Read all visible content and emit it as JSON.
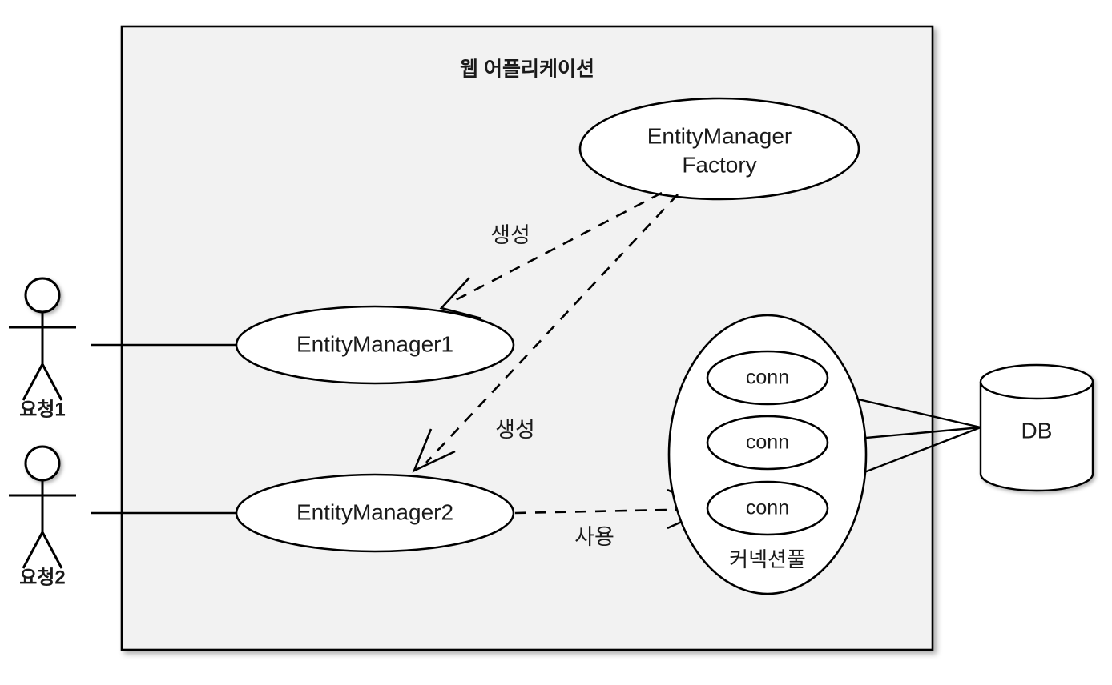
{
  "diagram": {
    "title": "웹 어플리케이션",
    "background_color": "#ffffff",
    "container_fill": "#f2f2f2",
    "stroke_color": "#000000",
    "nodes": {
      "factory": {
        "label_line1": "EntityManager",
        "label_line2": "Factory"
      },
      "entity_manager_1": {
        "label": "EntityManager1"
      },
      "entity_manager_2": {
        "label": "EntityManager2"
      },
      "connection_pool": {
        "label": "커넥션풀"
      },
      "conn_1": {
        "label": "conn"
      },
      "conn_2": {
        "label": "conn"
      },
      "conn_3": {
        "label": "conn"
      },
      "database": {
        "label": "DB"
      }
    },
    "actors": [
      {
        "label": "요청1"
      },
      {
        "label": "요청2"
      }
    ],
    "edges": [
      {
        "label": "생성",
        "from": "factory",
        "to": "entity_manager_1",
        "style": "dashed"
      },
      {
        "label": "생성",
        "from": "factory",
        "to": "entity_manager_2",
        "style": "dashed"
      },
      {
        "label": "사용",
        "from": "entity_manager_2",
        "to": "conn_3",
        "style": "dashed"
      },
      {
        "label": "",
        "from": "actor-1",
        "to": "entity_manager_1",
        "style": "solid"
      },
      {
        "label": "",
        "from": "actor-2",
        "to": "entity_manager_2",
        "style": "solid"
      },
      {
        "label": "",
        "from": "conn_1",
        "to": "database",
        "style": "solid"
      },
      {
        "label": "",
        "from": "conn_2",
        "to": "database",
        "style": "solid"
      },
      {
        "label": "",
        "from": "conn_3",
        "to": "database",
        "style": "solid"
      }
    ]
  }
}
